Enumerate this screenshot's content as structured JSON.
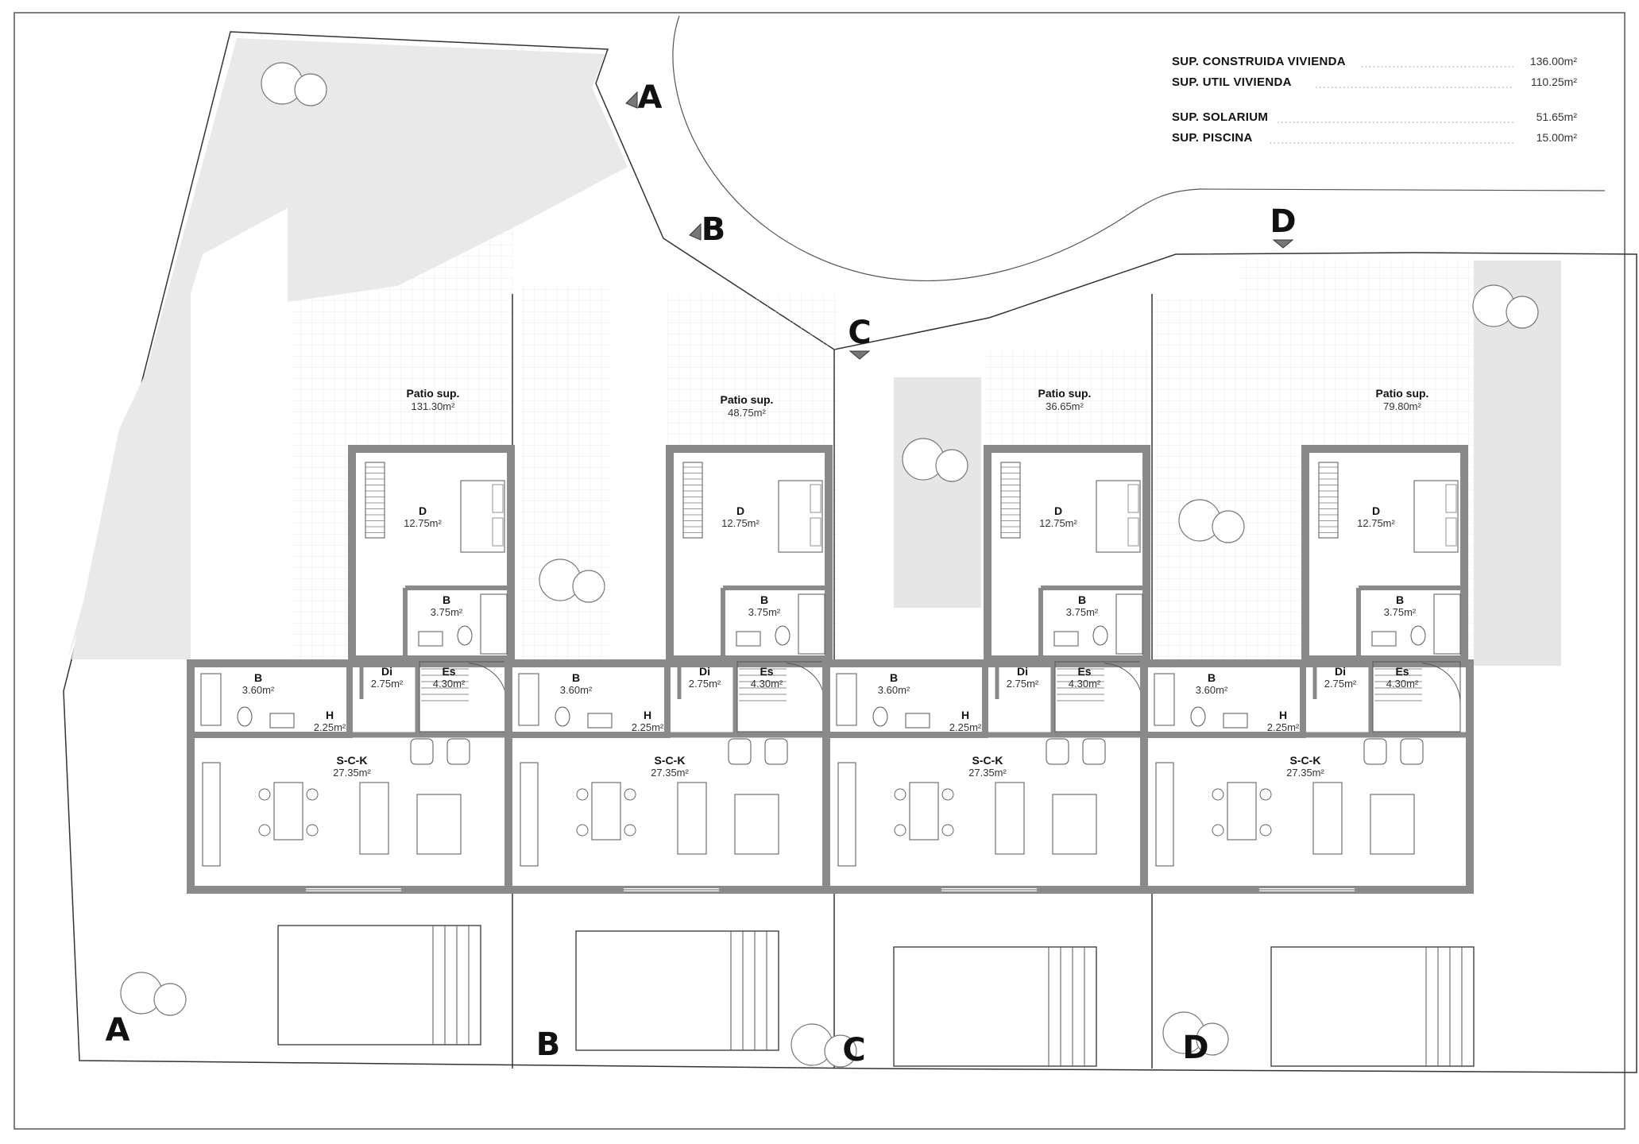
{
  "summary": [
    {
      "label": "SUP. CONSTRUIDA VIVIENDA",
      "value": "136.00m²"
    },
    {
      "label": "SUP. UTIL VIVIENDA",
      "value": "110.25m²"
    },
    {
      "label": "SUP. SOLARIUM",
      "value": "51.65m²"
    },
    {
      "label": "SUP. PISCINA",
      "value": "15.00m²"
    }
  ],
  "units": [
    {
      "patio": {
        "name": "Patio sup.",
        "area": "131.30m²"
      },
      "rooms": [
        {
          "name": "D",
          "area": "12.75m²"
        },
        {
          "name": "B",
          "area": "3.75m²"
        },
        {
          "name": "B",
          "area": "3.60m²"
        },
        {
          "name": "Di",
          "area": "2.75m²"
        },
        {
          "name": "Es",
          "area": "4.30m²"
        },
        {
          "name": "H",
          "area": "2.25m²"
        },
        {
          "name": "S-C-K",
          "area": "27.35m²"
        }
      ]
    },
    {
      "patio": {
        "name": "Patio sup.",
        "area": "48.75m²"
      },
      "rooms": [
        {
          "name": "D",
          "area": "12.75m²"
        },
        {
          "name": "B",
          "area": "3.75m²"
        },
        {
          "name": "B",
          "area": "3.60m²"
        },
        {
          "name": "Di",
          "area": "2.75m²"
        },
        {
          "name": "Es",
          "area": "4.30m²"
        },
        {
          "name": "H",
          "area": "2.25m²"
        },
        {
          "name": "S-C-K",
          "area": "27.35m²"
        }
      ]
    },
    {
      "patio": {
        "name": "Patio sup.",
        "area": "36.65m²"
      },
      "rooms": [
        {
          "name": "D",
          "area": "12.75m²"
        },
        {
          "name": "B",
          "area": "3.75m²"
        },
        {
          "name": "B",
          "area": "3.60m²"
        },
        {
          "name": "Di",
          "area": "2.75m²"
        },
        {
          "name": "Es",
          "area": "4.30m²"
        },
        {
          "name": "H",
          "area": "2.25m²"
        },
        {
          "name": "S-C-K",
          "area": "27.35m²"
        }
      ]
    },
    {
      "patio": {
        "name": "Patio sup.",
        "area": "79.80m²"
      },
      "rooms": [
        {
          "name": "D",
          "area": "12.75m²"
        },
        {
          "name": "B",
          "area": "3.75m²"
        },
        {
          "name": "B",
          "area": "3.60m²"
        },
        {
          "name": "Di",
          "area": "2.75m²"
        },
        {
          "name": "Es",
          "area": "4.30m²"
        },
        {
          "name": "H",
          "area": "2.25m²"
        },
        {
          "name": "S-C-K",
          "area": "27.35m²"
        }
      ]
    }
  ],
  "sections": {
    "top": [
      "A",
      "B",
      "C",
      "D"
    ],
    "bottom": [
      "A",
      "B",
      "C",
      "D"
    ]
  },
  "colors": {
    "wall": "#8a8a8a",
    "garden": "#e8e8e8",
    "line": "#333333"
  }
}
